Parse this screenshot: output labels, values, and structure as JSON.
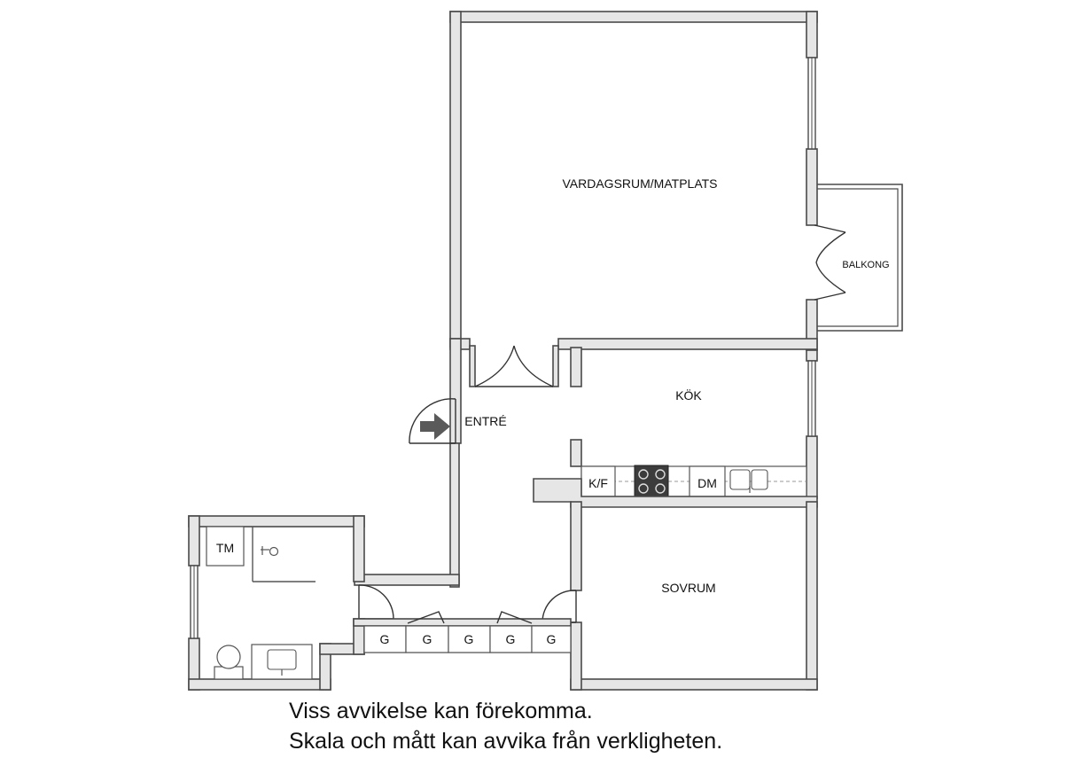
{
  "rooms": {
    "living": "VARDAGSRUM/MATPLATS",
    "balcony": "BALKONG",
    "kitchen": "KÖK",
    "entrance": "ENTRÉ",
    "bedroom": "SOVRUM"
  },
  "fixtures": {
    "fridge_freezer": "K/F",
    "dishwasher": "DM",
    "washing_machine": "TM",
    "wardrobe": [
      "G",
      "G",
      "G",
      "G",
      "G"
    ]
  },
  "disclaimer": {
    "line1": "Viss avvikelse kan förekomma.",
    "line2": "Skala och mått kan avvika från verkligheten."
  }
}
